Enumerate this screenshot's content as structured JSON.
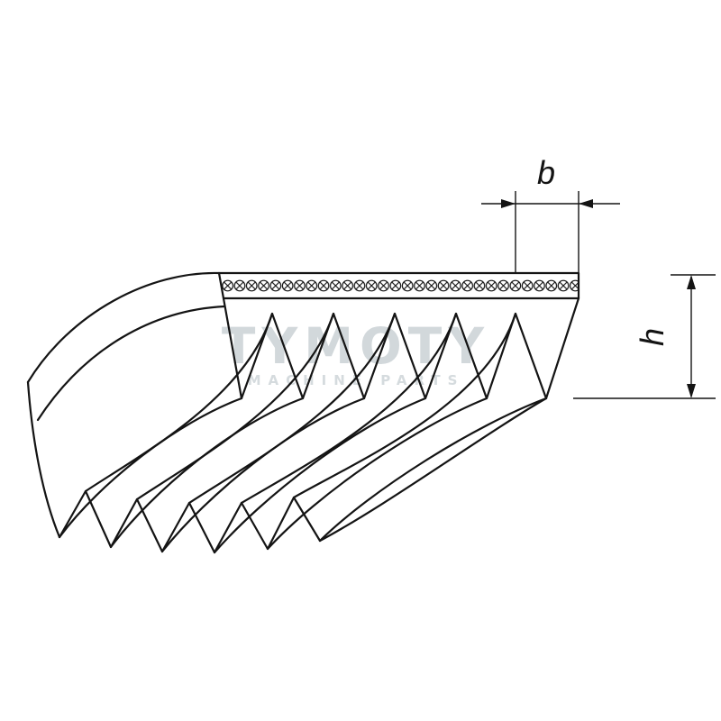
{
  "diagram": {
    "kind": "technical line drawing of a poly-V ribbed drive belt cross-section",
    "rib_count": 6,
    "groove_count": 5,
    "line_color": "#141414",
    "background_color": "#ffffff"
  },
  "dimensions": {
    "width_label": "b",
    "height_label": "h"
  },
  "watermark": {
    "title": "TYMOTY",
    "subtitle": "MACHINE PARTS",
    "color": "#d2d8db"
  }
}
